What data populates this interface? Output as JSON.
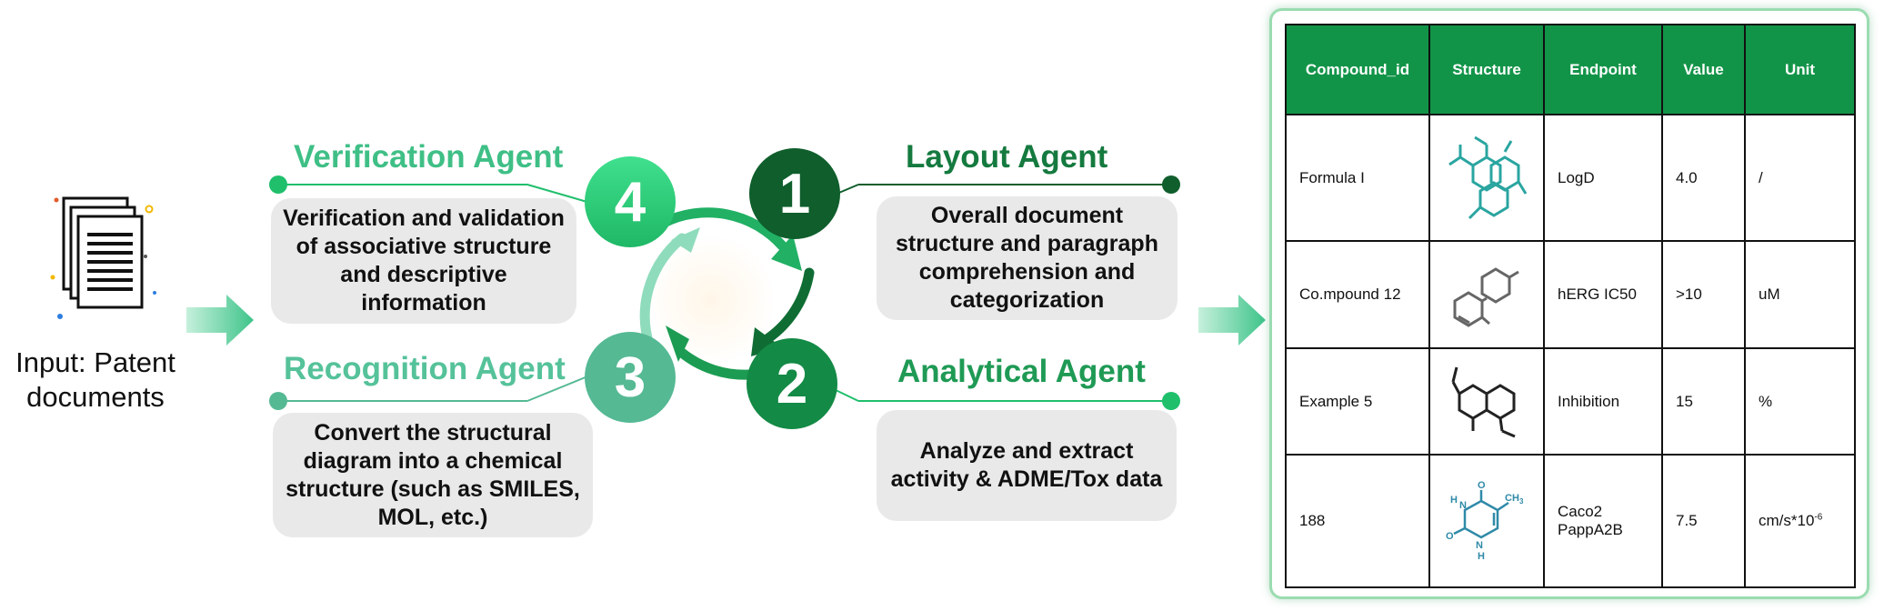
{
  "input": {
    "label": "Input: Patent documents"
  },
  "agents": {
    "layout": {
      "number": "1",
      "title": "Layout Agent",
      "description": "Overall document structure and paragraph comprehension and categorization"
    },
    "analytical": {
      "number": "2",
      "title": "Analytical Agent",
      "description": "Analyze and extract activity & ADME/Tox data"
    },
    "recognition": {
      "number": "3",
      "title": "Recognition Agent",
      "description": "Convert the structural diagram into a chemical structure (such as SMILES, MOL, etc.)"
    },
    "verification": {
      "number": "4",
      "title": "Verification Agent",
      "description": "Verification and validation of associative structure and descriptive information"
    }
  },
  "table": {
    "headers": [
      "Compound_id",
      "Structure",
      "Endpoint",
      "Value",
      "Unit"
    ],
    "rows": [
      {
        "compound_id": "Formula I",
        "structure_icon": "molecule-teal-tricyclic",
        "endpoint": "LogD",
        "value": "4.0",
        "unit": "/"
      },
      {
        "compound_id": "Co.mpound 12",
        "structure_icon": "molecule-gray-biaryl",
        "endpoint": "hERG IC50",
        "value": ">10",
        "unit": "uM"
      },
      {
        "compound_id": "Example 5",
        "structure_icon": "molecule-black-bicyclic",
        "endpoint": "Inhibition",
        "value": "15",
        "unit": "%"
      },
      {
        "compound_id": "188",
        "structure_icon": "molecule-blue-thymine",
        "endpoint": "Caco2 PappA2B",
        "value": "7.5",
        "unit": "cm/s*10-6"
      }
    ],
    "unit_base": "cm/s*10",
    "unit_exponent": "-6",
    "molecule_labels": {
      "h": "H",
      "n": "N",
      "o": "O",
      "ch3": "CH",
      "sub3": "3"
    }
  },
  "colors": {
    "header_green": "#129448",
    "agent1": "#0f5e2c",
    "agent2": "#138a45",
    "agent3": "#55b994",
    "agent4": "#2fcf78",
    "desc_bg": "#e9e9e9"
  }
}
